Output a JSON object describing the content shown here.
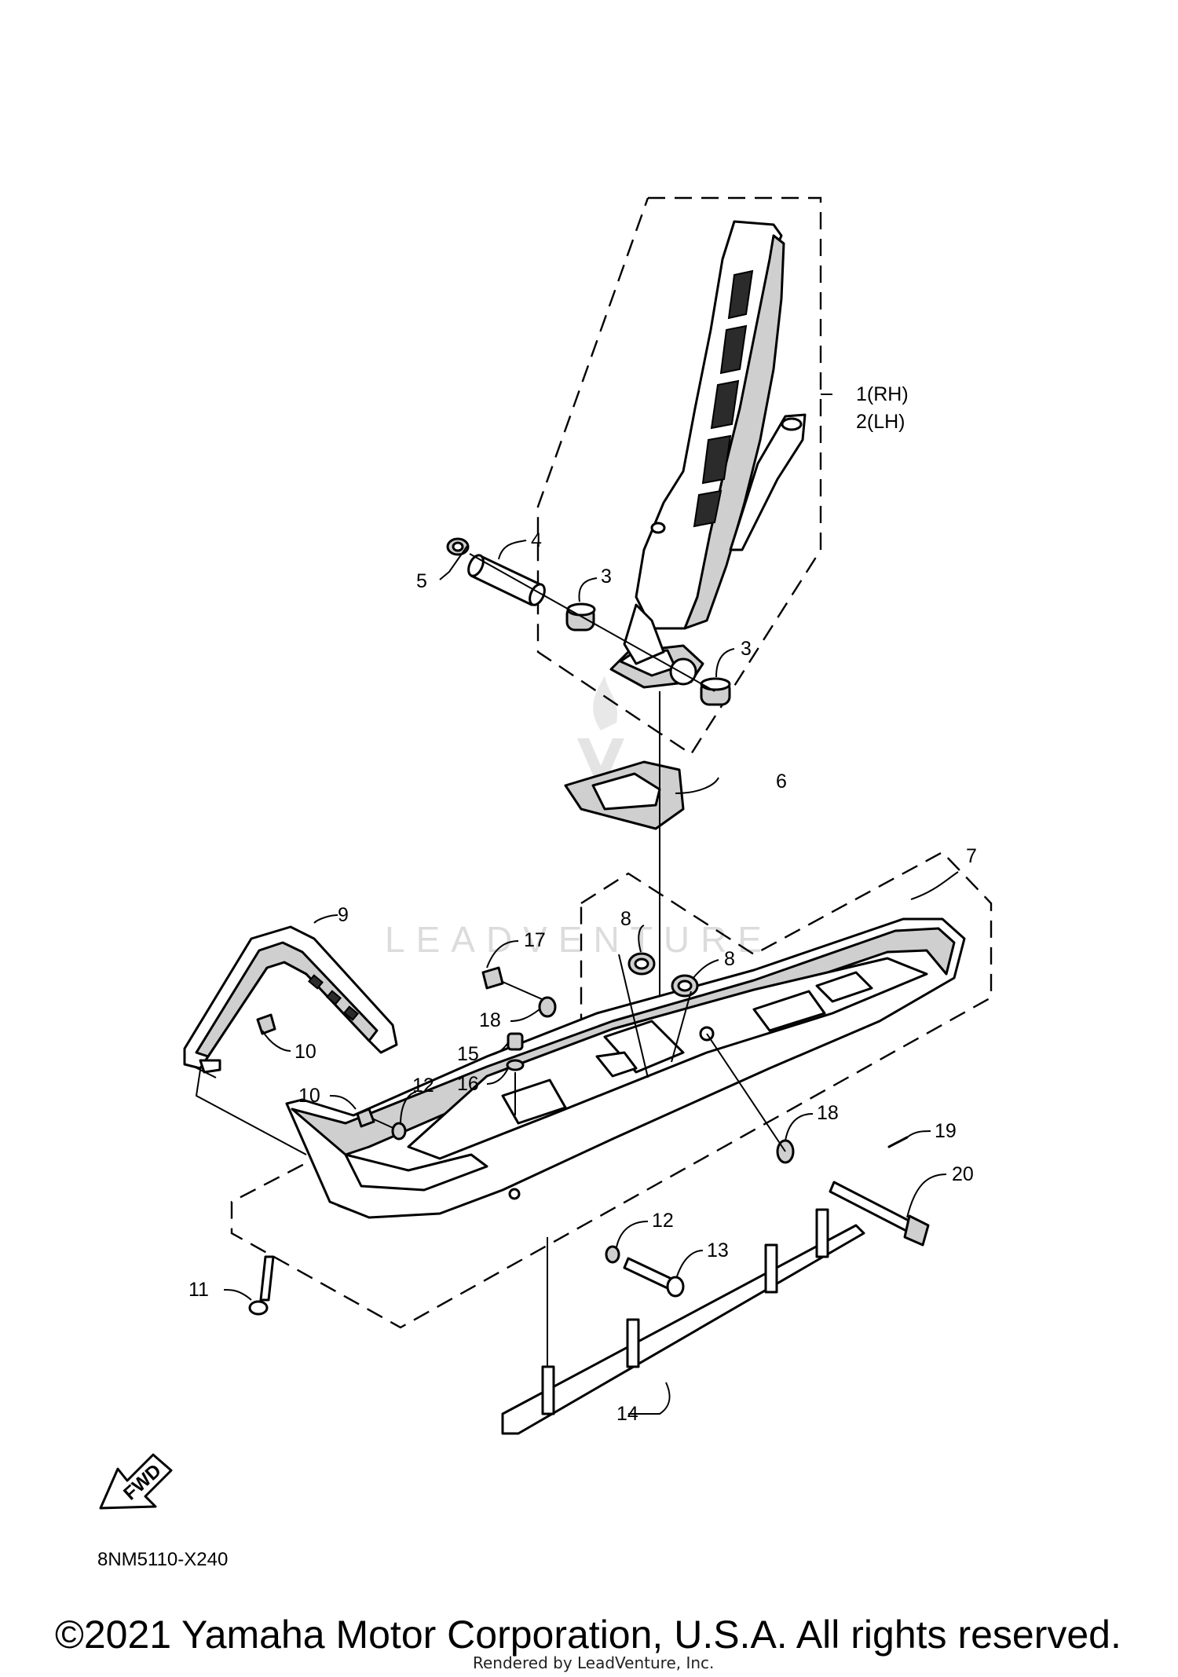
{
  "diagram": {
    "callouts": {
      "c1": "1(RH)",
      "c2": "2(LH)",
      "c3a": "3",
      "c3b": "3",
      "c4": "4",
      "c5": "5",
      "c6": "6",
      "c7": "7",
      "c8a": "8",
      "c8b": "8",
      "c9": "9",
      "c10a": "10",
      "c10b": "10",
      "c11": "11",
      "c12a": "12",
      "c12b": "12",
      "c13": "13",
      "c14": "14",
      "c15": "15",
      "c16": "16",
      "c17": "17",
      "c18a": "18",
      "c18b": "18",
      "c19": "19",
      "c20": "20"
    },
    "fwd_label": "FWD",
    "diagram_code": "8NM5110-X240",
    "watermark": "LEADVENTURE",
    "copyright": "©2021 Yamaha Motor Corporation, U.S.A. All rights reserved.",
    "rendered_by": "Rendered by LeadVenture, Inc."
  }
}
